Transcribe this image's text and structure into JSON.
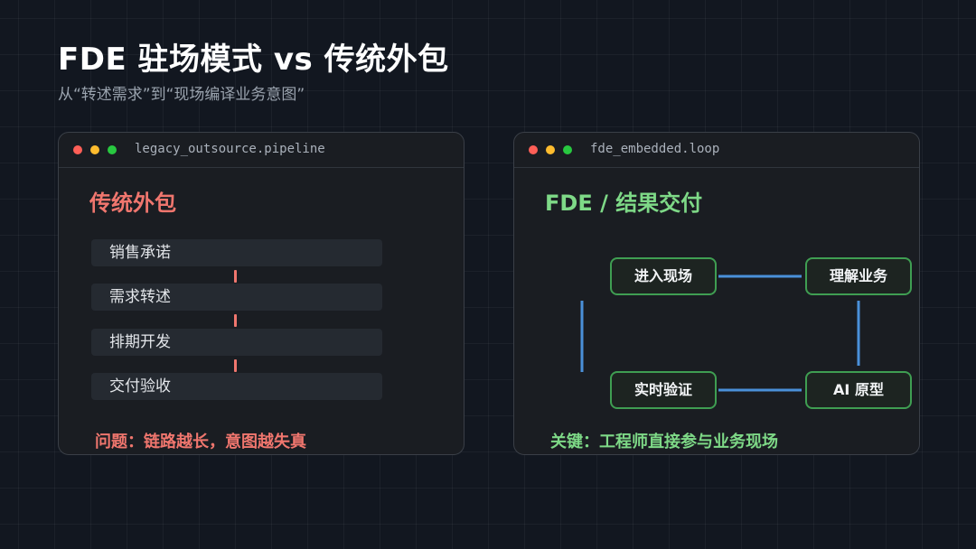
{
  "title": "FDE 驻场模式 vs 传统外包",
  "subtitle": "从“转述需求”到“现场编译业务意图”",
  "left_panel": {
    "filename": "legacy_outsource.pipeline",
    "heading": "传统外包",
    "steps": [
      "销售承诺",
      "需求转述",
      "排期开发",
      "交付验收"
    ],
    "footer": "问题：链路越长，意图越失真",
    "accent_color": "#f0766e"
  },
  "right_panel": {
    "filename": "fde_embedded.loop",
    "heading": "FDE / 结果交付",
    "nodes": [
      "进入现场",
      "理解业务",
      "AI 原型",
      "实时验证"
    ],
    "footer": "关键：工程师直接参与业务现场",
    "accent_color": "#7ed987",
    "edge_color": "#4a90d9"
  },
  "icons": {
    "window_controls": [
      "close-dot",
      "minimize-dot",
      "maximize-dot"
    ]
  }
}
